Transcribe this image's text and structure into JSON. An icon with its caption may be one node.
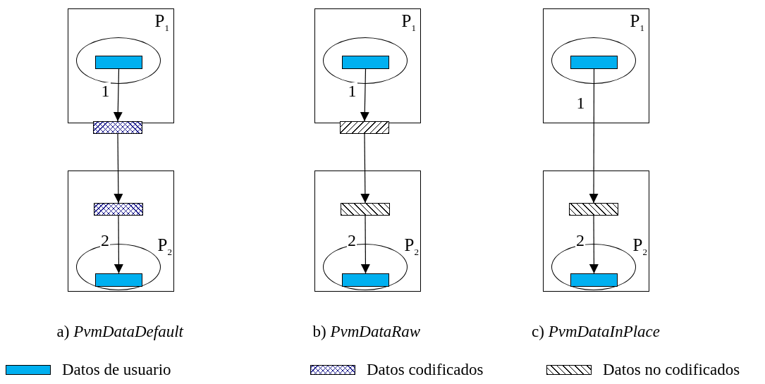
{
  "diagram": {
    "nodes": [
      {
        "text": [
          "P$_{1}$"
        ]
      },
      {
        "text": [],
        "shape": "ellipse",
        "in": 0
      },
      {
        "text": [],
        "shape": "bar",
        "in": 1
      },
      {
        "text": [],
        "shape": "bar"
      },
      {
        "text": [
          "P$_{2}$"
        ]
      },
      {
        "text": [],
        "shape": "bar",
        "in": 4
      },
      {
        "text": [],
        "shape": "ellipse",
        "in": 4
      },
      {
        "text": [],
        "shape": "bar",
        "in": 6
      },
      {
        "text": [
          "P$_{1}$"
        ]
      },
      {
        "text": [],
        "shape": "ellipse",
        "in": 8
      },
      {
        "text": [],
        "shape": "bar",
        "in": 9
      },
      {
        "text": [],
        "shape": "bar"
      },
      {
        "text": [
          "P$_{2}$"
        ]
      },
      {
        "text": [],
        "shape": "bar",
        "in": 12
      },
      {
        "text": [],
        "shape": "ellipse",
        "in": 12
      },
      {
        "text": [],
        "shape": "bar",
        "in": 14
      },
      {
        "text": [
          "P$_{1}$"
        ]
      },
      {
        "text": [],
        "shape": "ellipse",
        "in": 16
      },
      {
        "text": [],
        "shape": "bar",
        "in": 17
      },
      {
        "text": [
          "P$_{2}$"
        ]
      },
      {
        "text": [],
        "shape": "bar",
        "in": 19
      },
      {
        "text": [],
        "shape": "ellipse",
        "in": 19
      },
      {
        "text": [],
        "shape": "bar",
        "in": 21
      }
    ],
    "edges": [
      {
        "from": 2,
        "to": 3,
        "arrow": "to",
        "label": "1"
      },
      {
        "from": 3,
        "to": 5,
        "arrow": "to"
      },
      {
        "from": 5,
        "to": 7,
        "arrow": "to",
        "label": "2"
      },
      {
        "from": 10,
        "to": 11,
        "arrow": "to",
        "label": "1"
      },
      {
        "from": 11,
        "to": 13,
        "arrow": "to"
      },
      {
        "from": 13,
        "to": 15,
        "arrow": "to",
        "label": "2"
      },
      {
        "from": 18,
        "to": 20,
        "arrow": "to",
        "label": "1"
      },
      {
        "from": 20,
        "to": 22,
        "arrow": "to",
        "label": "2"
      }
    ],
    "labels": [
      "a) *PvmDataDefault*",
      "b) *PvmDataRaw*",
      "c) *PvmDataInPlace*"
    ],
    "legend": [
      {
        "text": "Datos de usuario",
        "color": "#00b0f0"
      },
      {
        "text": "Datos codificados"
      },
      {
        "text": "Datos no codificados"
      }
    ]
  }
}
